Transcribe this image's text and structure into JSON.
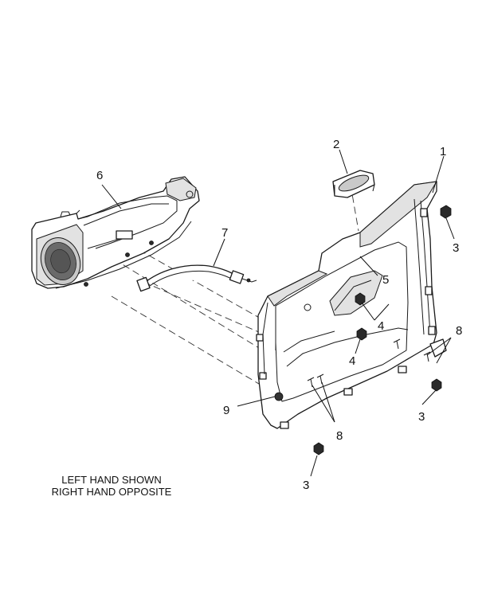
{
  "callouts": {
    "c1": "1",
    "c2": "2",
    "c3a": "3",
    "c3b": "3",
    "c3c": "3",
    "c4a": "4",
    "c4b": "4",
    "c5": "5",
    "c6": "6",
    "c7": "7",
    "c8a": "8",
    "c8b": "8",
    "c9": "9"
  },
  "note": {
    "line1": "LEFT HAND SHOWN",
    "line2": "RIGHT HAND OPPOSITE"
  }
}
